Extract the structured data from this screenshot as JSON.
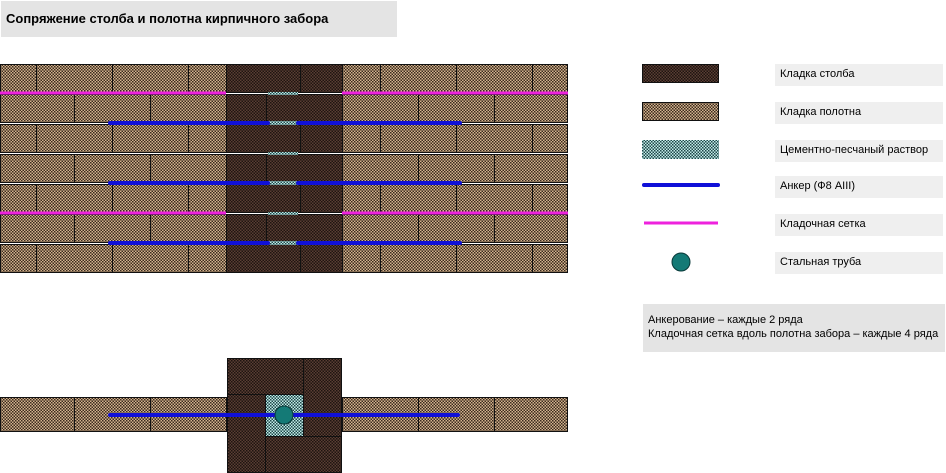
{
  "title": "Сопряжение столба и полотна кирпичного забора",
  "legend": [
    {
      "key": "pillar",
      "label": "Кладка столба"
    },
    {
      "key": "panel",
      "label": "Кладка полотна"
    },
    {
      "key": "mortar",
      "label": "Цементно-песчаный раствор"
    },
    {
      "key": "anchor",
      "label": "Анкер (Ф8 AIII)"
    },
    {
      "key": "mesh",
      "label": "Кладочная сетка"
    },
    {
      "key": "pipe",
      "label": "Стальная труба"
    }
  ],
  "notes": [
    "Анкерование – каждые 2 ряда",
    "Кладочная сетка вдоль полотна забора – каждые 4 ряда"
  ],
  "colors": {
    "pillar": "#4a3026",
    "panel": "#c9a882",
    "mortar": "#86c8c2",
    "anchor": "#1010d8",
    "mesh": "#ee22dd",
    "pipe": "#147a76"
  }
}
